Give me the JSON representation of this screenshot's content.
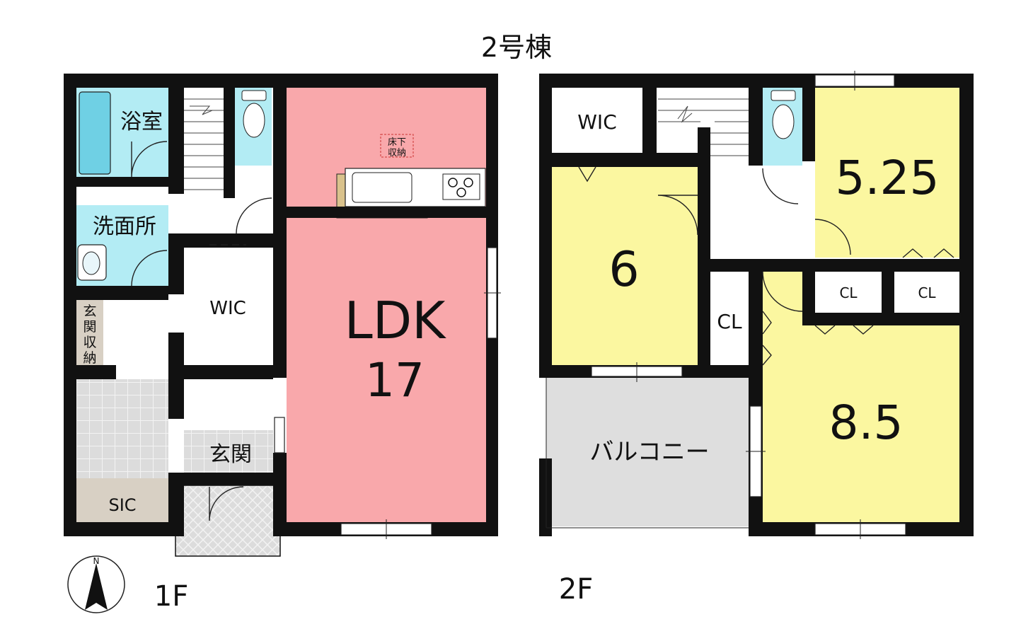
{
  "title": "2号棟",
  "floor_labels": {
    "first": "1F",
    "second": "2F"
  },
  "compass": {
    "north": "N"
  },
  "rooms_1f": {
    "bath": "浴室",
    "washroom": "洗面所",
    "entrance_storage": [
      "玄",
      "関",
      "収",
      "納"
    ],
    "wic": "WIC",
    "entrance": "玄関",
    "sic": "SIC",
    "ldk_label": "LDK",
    "ldk_size": "17",
    "underfloor_storage": [
      "床下",
      "収納"
    ]
  },
  "rooms_2f": {
    "wic": "WIC",
    "room_6": "6",
    "room_525": "5.25",
    "cl_hall": "CL",
    "cl_a": "CL",
    "cl_b": "CL",
    "room_85": "8.5",
    "balcony": "バルコニー"
  },
  "colors": {
    "wall": "#111111",
    "ldk": "#f9a8ab",
    "bedroom": "#fbf7a0",
    "wet_area": "#b3ecf4",
    "storage": "#d8d0c4",
    "balcony": "#dedede",
    "entrance_tile": "#dcdcdc",
    "counter": "#d9c28c"
  }
}
